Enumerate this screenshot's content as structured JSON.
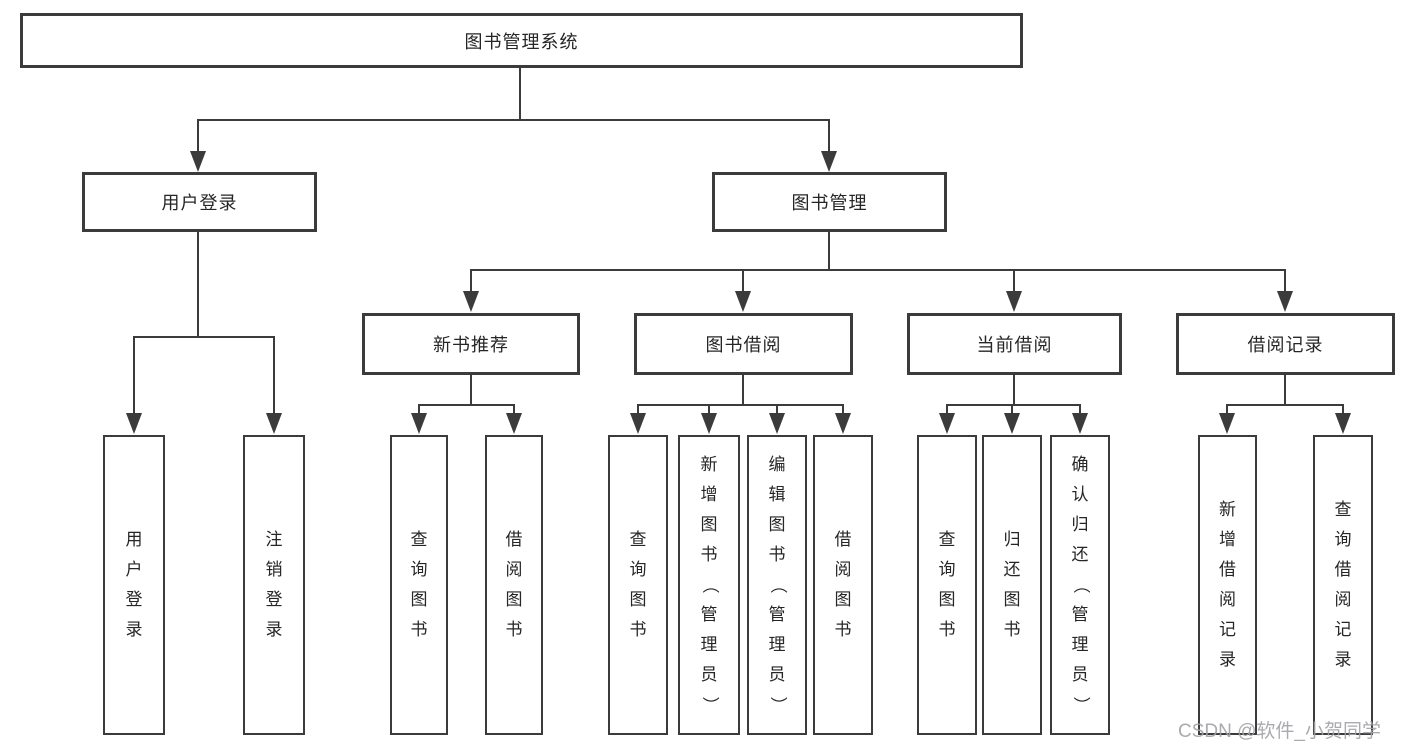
{
  "diagram": {
    "type": "hierarchy-tree",
    "root": {
      "label": "图书管理系统",
      "children": [
        {
          "label": "用户登录",
          "children": [
            {
              "label": "用户登录"
            },
            {
              "label": "注销登录"
            }
          ]
        },
        {
          "label": "图书管理",
          "children": [
            {
              "label": "新书推荐",
              "children": [
                {
                  "label": "查询图书"
                },
                {
                  "label": "借阅图书"
                }
              ]
            },
            {
              "label": "图书借阅",
              "children": [
                {
                  "label": "查询图书"
                },
                {
                  "label": "新增图书（管理员）"
                },
                {
                  "label": "编辑图书（管理员）"
                },
                {
                  "label": "借阅图书"
                }
              ]
            },
            {
              "label": "当前借阅",
              "children": [
                {
                  "label": "查询图书"
                },
                {
                  "label": "归还图书"
                },
                {
                  "label": "确认归还（管理员）"
                }
              ]
            },
            {
              "label": "借阅记录",
              "children": [
                {
                  "label": "新增借阅记录"
                },
                {
                  "label": "查询借阅记录"
                }
              ]
            }
          ]
        }
      ]
    },
    "colors": {
      "line": "#3b3b3b",
      "box_fill": "#ffffff",
      "text": "#262626",
      "watermark": "#a2a2a7"
    }
  },
  "watermark": {
    "text": "CSDN @软件_小贺同学"
  }
}
